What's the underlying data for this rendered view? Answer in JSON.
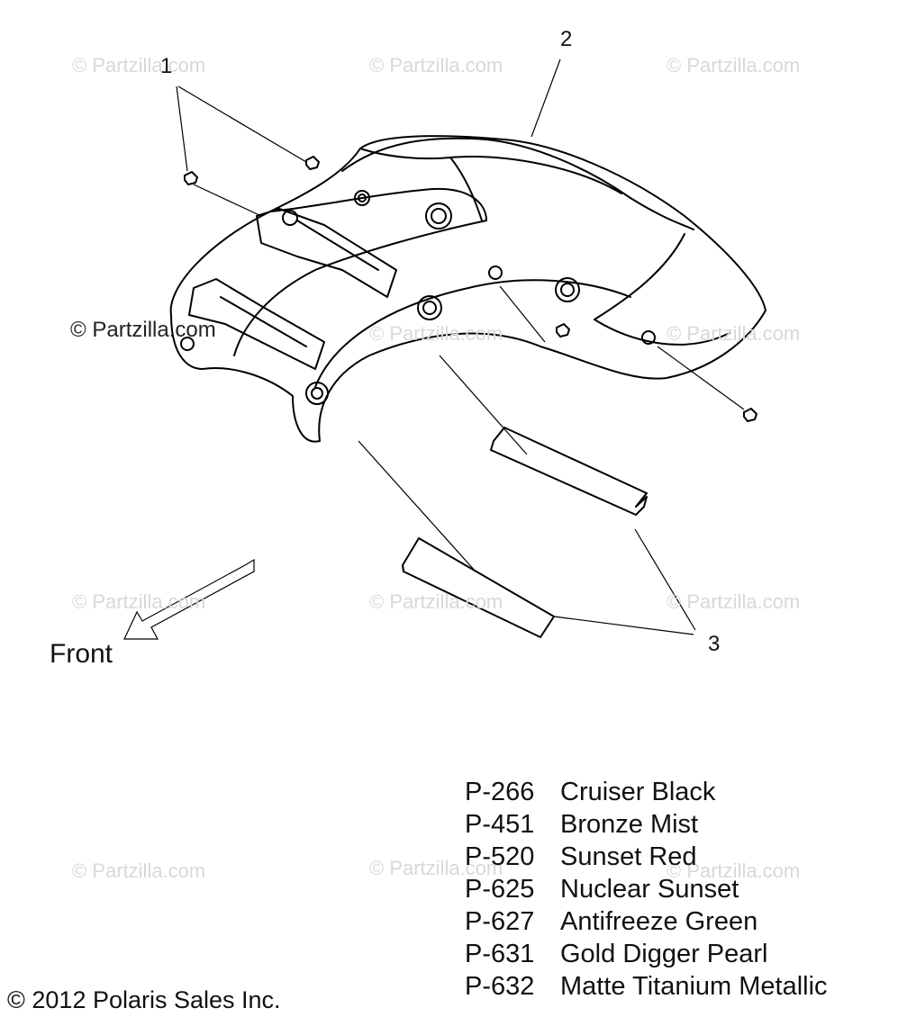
{
  "watermarks": [
    "© Partzilla.com",
    "© Partzilla.com",
    "© Partzilla.com",
    "© Partzilla.com",
    "© Partzilla.com",
    "© Partzilla.com",
    "© Partzilla.com",
    "© Partzilla.com",
    "© Partzilla.com",
    "© Partzilla.com",
    "© Partzilla.com"
  ],
  "watermark_prominent": "© Partzilla.com",
  "callouts": {
    "c1": "1",
    "c2": "2",
    "c3": "3"
  },
  "direction_label": "Front",
  "color_codes": [
    {
      "code": "P-266",
      "name": "Cruiser Black"
    },
    {
      "code": "P-451",
      "name": "Bronze Mist"
    },
    {
      "code": "P-520",
      "name": "Sunset Red"
    },
    {
      "code": "P-625",
      "name": "Nuclear Sunset"
    },
    {
      "code": "P-627",
      "name": "Antifreeze Green"
    },
    {
      "code": "P-631",
      "name": "Gold Digger Pearl"
    },
    {
      "code": "P-632",
      "name": "Matte Titanium Metallic"
    }
  ],
  "copyright": "© 2012 Polaris Sales Inc."
}
